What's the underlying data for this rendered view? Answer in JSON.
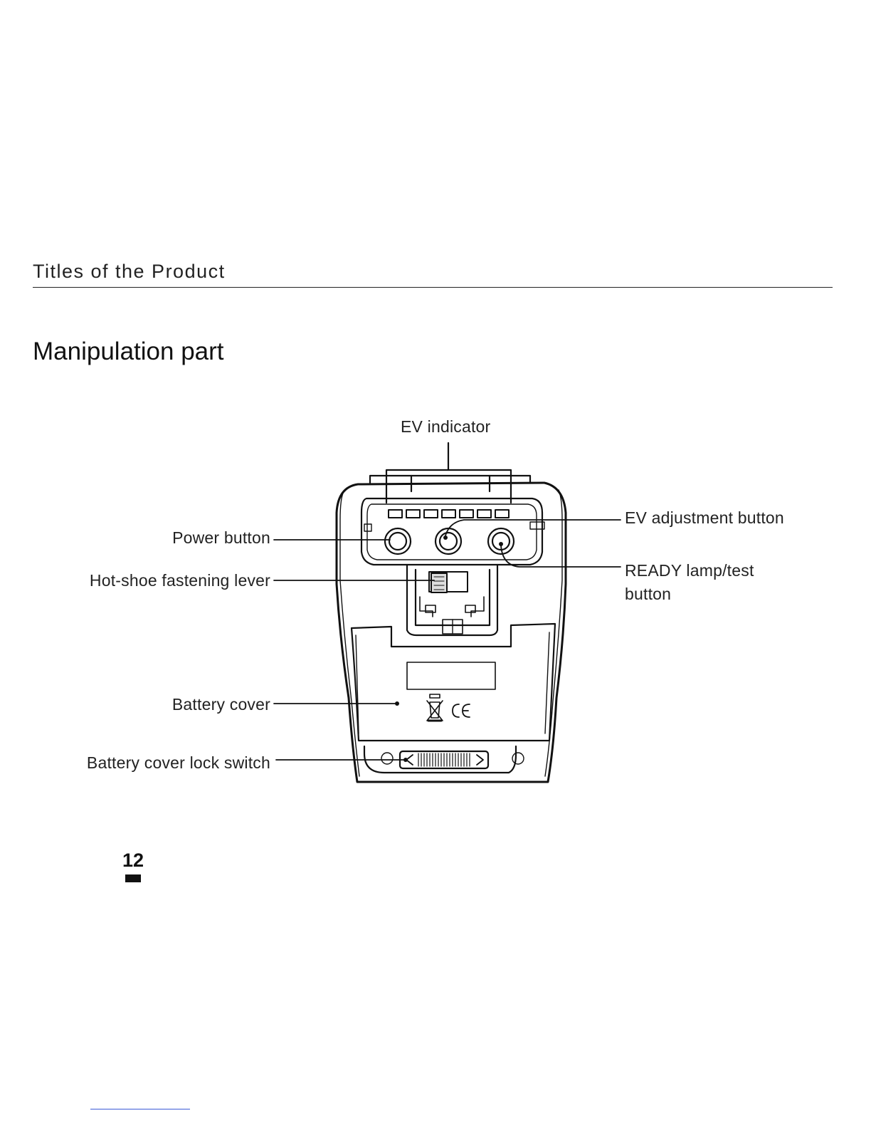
{
  "header": {
    "section": "Titles of the Product"
  },
  "title": "Manipulation part",
  "callouts": {
    "ev_indicator": "EV indicator",
    "power_button": "Power button",
    "hotshoe_lever": "Hot-shoe fastening lever",
    "battery_cover": "Battery cover",
    "battery_lock": "Battery cover lock switch",
    "ev_adjustment": "EV adjustment button",
    "ready_lamp": "READY lamp/test button"
  },
  "page": {
    "number": "12"
  }
}
